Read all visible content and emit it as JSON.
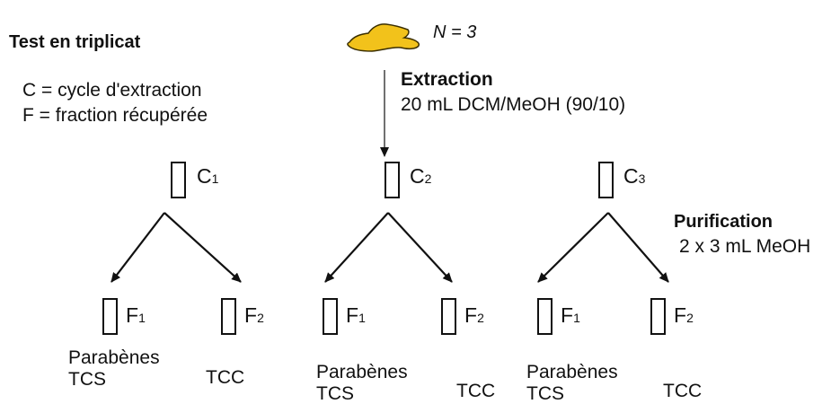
{
  "heading": "Test en triplicat",
  "legend": {
    "c_line": "C = cycle d'extraction",
    "f_line": "F = fraction récupérée"
  },
  "sample": {
    "label_var": "N",
    "label_eq": " = 3"
  },
  "extraction": {
    "title": "Extraction",
    "detail": "20 mL DCM/MeOH (90/10)"
  },
  "purification": {
    "title": "Purification",
    "detail": "2 x 3 mL MeOH"
  },
  "cycles": [
    {
      "letter": "C",
      "index": "1",
      "fractions": [
        {
          "letter": "F",
          "index": "1",
          "analytes": [
            "Parabènes",
            "TCS"
          ]
        },
        {
          "letter": "F",
          "index": "2",
          "analytes": [
            "TCC"
          ]
        }
      ]
    },
    {
      "letter": "C",
      "index": "2",
      "fractions": [
        {
          "letter": "F",
          "index": "1",
          "analytes": [
            "Parabènes",
            "TCS"
          ]
        },
        {
          "letter": "F",
          "index": "2",
          "analytes": [
            "TCC"
          ]
        }
      ]
    },
    {
      "letter": "C",
      "index": "3",
      "fractions": [
        {
          "letter": "F",
          "index": "1",
          "analytes": [
            "Parabènes",
            "TCS"
          ]
        },
        {
          "letter": "F",
          "index": "2",
          "analytes": [
            "TCC"
          ]
        }
      ]
    }
  ],
  "colors": {
    "sample_fill": "#f2c21b",
    "sample_stroke": "#3a2e00",
    "ink": "#111111"
  }
}
